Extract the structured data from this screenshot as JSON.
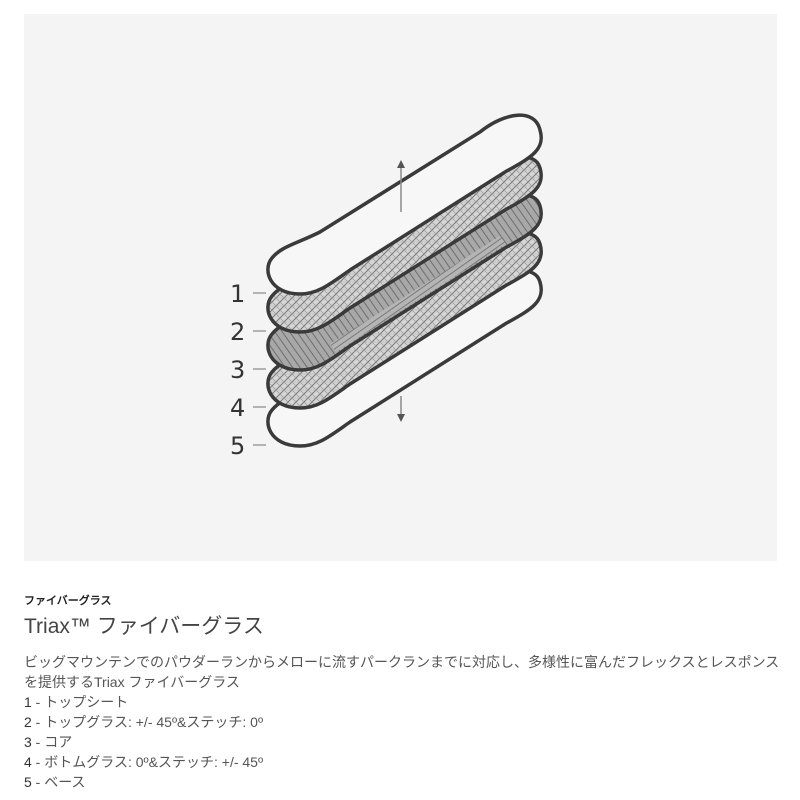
{
  "figure": {
    "layer_labels": [
      "1",
      "2",
      "3",
      "4",
      "5"
    ],
    "colors": {
      "panel_bg": "#f4f4f4",
      "outline": "#3a3a3a",
      "plain_fill": "#f7f7f7",
      "glass_fill": "#cfcfcf",
      "core_fill": "#9a9a9a",
      "arrow": "#8a8a8a"
    },
    "arrows": [
      "up-arrow",
      "down-arrow"
    ]
  },
  "caption": {
    "category": "ファイバーグラス",
    "title": "Triax™ ファイバーグラス",
    "description": "ビッグマウンテンでのパウダーランからメローに流すパークランまでに対応し、多様性に富んだフレックスとレスポンスを提供するTriax ファイバーグラス",
    "specs": [
      {
        "num": "1",
        "text": "トップシート"
      },
      {
        "num": "2",
        "text": "トップグラス: +/- 45º&ステッチ: 0º"
      },
      {
        "num": "3",
        "text": "コア"
      },
      {
        "num": "4",
        "text": "ボトムグラス: 0º&ステッチ: +/- 45º"
      },
      {
        "num": "5",
        "text": "ベース"
      }
    ]
  }
}
